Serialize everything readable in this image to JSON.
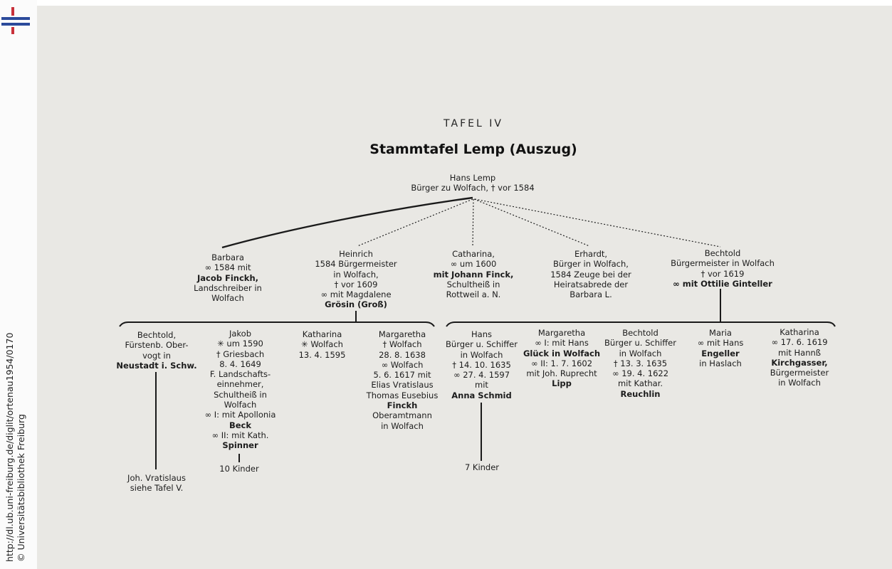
{
  "side_text": {
    "url": "http://dl.ub.uni-freiburg.de/diglit/ortenau1954/0170",
    "copyright": "© Universitätsbibliothek Freiburg"
  },
  "header": {
    "plate_label": "TAFEL IV",
    "title": "Stammtafel Lemp (Auszug)"
  },
  "root": {
    "lines": [
      "Hans Lemp",
      "Bürger zu Wolfach, † vor 1584"
    ]
  },
  "gen2": [
    {
      "lines": [
        "Barbara",
        "∞ 1584 mit",
        "Jacob Finckh,",
        "Landschreiber in",
        "Wolfach"
      ]
    },
    {
      "lines": [
        "Heinrich",
        "1584 Bürgermeister",
        "in Wolfach,",
        "† vor 1609",
        "∞ mit Magdalene",
        "Grösin (Groß)"
      ]
    },
    {
      "lines": [
        "Catharina,",
        "∞ um 1600",
        "mit Johann Finck,",
        "Schultheiß in",
        "Rottweil a. N."
      ]
    },
    {
      "lines": [
        "Erhardt,",
        "Bürger in Wolfach,",
        "1584 Zeuge bei der",
        "Heiratsabrede der",
        "Barbara L."
      ]
    },
    {
      "lines": [
        "Bechtold",
        "Bürgermeister in Wolfach",
        "† vor 1619",
        "∞ mit Ottilie Ginteller"
      ]
    }
  ],
  "gen3_left": [
    {
      "lines": [
        "Bechtold,",
        "Fürstenb. Ober-",
        "vogt in",
        "Neustadt i. Schw."
      ]
    },
    {
      "lines": [
        "Jakob",
        "✳ um 1590",
        "† Griesbach",
        "8. 4. 1649",
        "F. Landschafts-",
        "einnehmer,",
        "Schultheiß in",
        "Wolfach",
        "∞ I: mit Apollonia",
        "Beck",
        "∞ II: mit Kath.",
        "Spinner"
      ]
    },
    {
      "lines": [
        "Katharina",
        "✳ Wolfach",
        "13. 4. 1595"
      ]
    },
    {
      "lines": [
        "Margaretha",
        "† Wolfach",
        "28. 8. 1638",
        "∞ Wolfach",
        "5. 6. 1617 mit",
        "Elias Vratislaus",
        "Thomas Eusebius",
        "Finckh",
        "Oberamtmann",
        "in Wolfach"
      ]
    }
  ],
  "gen3_right": [
    {
      "lines": [
        "Hans",
        "Bürger u. Schiffer",
        "in Wolfach",
        "† 14. 10. 1635",
        "∞ 27. 4. 1597",
        "mit",
        "Anna Schmid"
      ]
    },
    {
      "lines": [
        "Margaretha",
        "∞ I: mit Hans",
        "Glück in Wolfach",
        "∞ II: 1. 7. 1602",
        "mit Joh. Ruprecht",
        "Lipp"
      ]
    },
    {
      "lines": [
        "Bechtold",
        "Bürger u. Schiffer",
        "in Wolfach",
        "† 13. 3. 1635",
        "∞ 19. 4. 1622",
        "mit Kathar.",
        "Reuchlin"
      ]
    },
    {
      "lines": [
        "Maria",
        "∞ mit Hans",
        "Engeller",
        "in Haslach"
      ]
    },
    {
      "lines": [
        "Katharina",
        "∞ 17. 6. 1619",
        "mit Hannß",
        "Kirchgasser,",
        "Bürgermeister",
        "in Wolfach"
      ]
    }
  ],
  "gen4": {
    "vratislaus": [
      "Joh. Vratislaus",
      "siehe Tafel V."
    ],
    "jakob_children": "10 Kinder",
    "hans_children": "7 Kinder"
  }
}
